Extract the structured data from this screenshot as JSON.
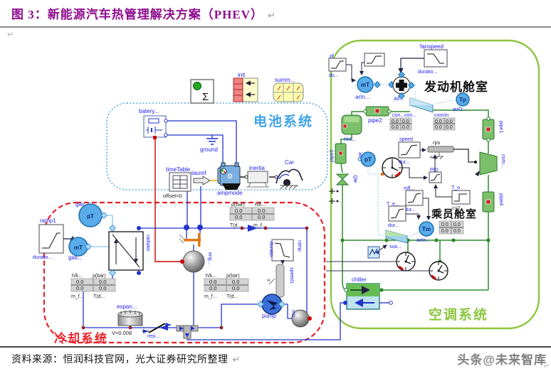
{
  "title": {
    "text": "图 3：新能源汽车热管理解决方案（PHEV）",
    "return_mark": "↵"
  },
  "footer": {
    "source": "资料来源：恒润科技官网，光大证券研究所整理",
    "return_mark": "↵",
    "watermark": "头条@未来智库"
  },
  "systems": {
    "battery": "电池系统",
    "cooling": "冷却系统",
    "ac": "空调系统",
    "engine_room": "发动机舱室",
    "cabin": "乘员舱室"
  },
  "labels": {
    "sigma": "Σ",
    "init": "init",
    "summ": "summ...",
    "battery": "batery...",
    "ground": "ground",
    "timetable": "timeTable",
    "offset": "offset=0",
    "tauref": "tauref",
    "ampmode": "ampmode",
    "motor_d": "D",
    "inertia": "inertia",
    "car": "Car",
    "gas": "gas",
    "gas_dots": "gas...",
    "pt": "pT",
    "mt": "mT",
    "ramp1": "ramp1",
    "duratio_dots": "duratio...",
    "radiator": "radiator",
    "hk": "h/k...",
    "pbar": "p(bar)",
    "mf": "m_f...",
    "td": "T(d...",
    "zero": "0.0",
    "expan": "expan...",
    "v008": "V=0.008",
    "resi": "resi...",
    "eng": "eng...",
    "ramp": "ramp",
    "duratio": "duratio",
    "speed1": "speed1",
    "pump": "pump",
    "mot": "mo...",
    "fanspeed": "fanspeed",
    "pf": "pf",
    "du": "du...",
    "arin": "arIn...",
    "ax": "ax...",
    "tp": "Tp",
    "airo": "airO...",
    "pipe1": "pipe1",
    "pipe2": "pipe2",
    "pipe3": "pipe3",
    "pipe4": "pipe4",
    "rec": "rec...",
    "con": "con...",
    "concin": "concin",
    "speed": "speed",
    "dur": "dur...",
    "rps": "rps",
    "w": "w",
    "pid": "PID",
    "mfl": "mfl...",
    "te": "T_e...",
    "to": "T_o",
    "c2": "c=2...",
    "tm": "Tm",
    "airin": "airIn...",
    "sva": "sva...",
    "qte": "Qte",
    "air": "air",
    "chiller": "chiller",
    "com": "com..."
  },
  "colors": {
    "title": "#8e0e8e",
    "battery_boundary": "#58a8e0",
    "cooling_boundary": "#e8222a",
    "ac_boundary": "#8cc63f",
    "wire_blue": "#2233cc",
    "pipe_green": "#2e8b2e",
    "label_blue": "#2222ee",
    "watermark_gray": "#7f7f7f"
  }
}
